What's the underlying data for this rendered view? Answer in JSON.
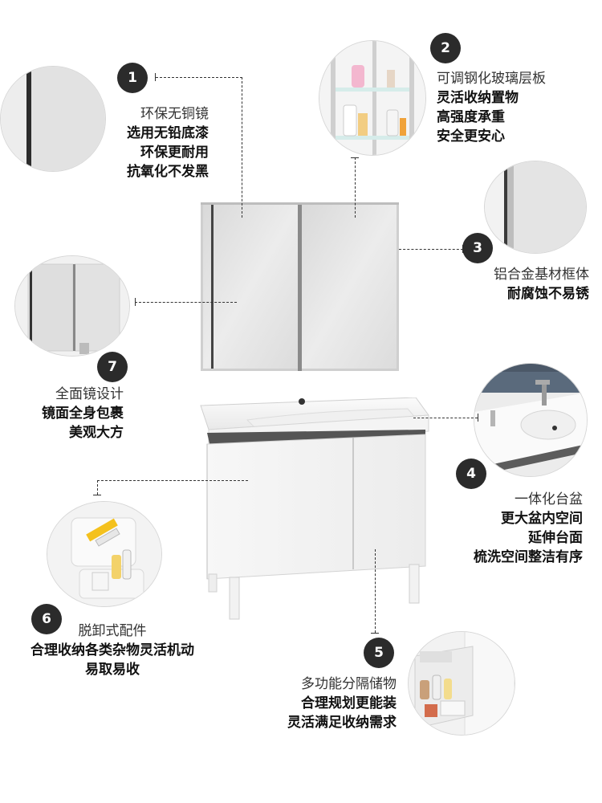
{
  "features": [
    {
      "number": "1",
      "lines": [
        "环保无铜镜",
        "选用无铅底漆",
        "环保更耐用",
        "抗氧化不发黑"
      ]
    },
    {
      "number": "2",
      "lines": [
        "可调钢化玻璃层板",
        "灵活收纳置物",
        "高强度承重",
        "安全更安心"
      ]
    },
    {
      "number": "3",
      "lines": [
        "铝合金基材框体",
        "耐腐蚀不易锈"
      ]
    },
    {
      "number": "4",
      "lines": [
        "一体化台盆",
        "更大盆内空间",
        "延伸台面",
        "梳洗空间整洁有序"
      ]
    },
    {
      "number": "5",
      "lines": [
        "多功能分隔储物",
        "合理规划更能装",
        "灵活满足收纳需求"
      ]
    },
    {
      "number": "6",
      "lines": [
        "脱卸式配件",
        "合理收纳各类杂物灵活机动",
        "易取易收"
      ]
    },
    {
      "number": "7",
      "lines": [
        "全面镜设计",
        "镜面全身包裹",
        "美观大方"
      ]
    }
  ],
  "colors": {
    "badge": "#2b2b2b",
    "cabinet": "#ffffff",
    "mirror": "#e6e6e6"
  }
}
